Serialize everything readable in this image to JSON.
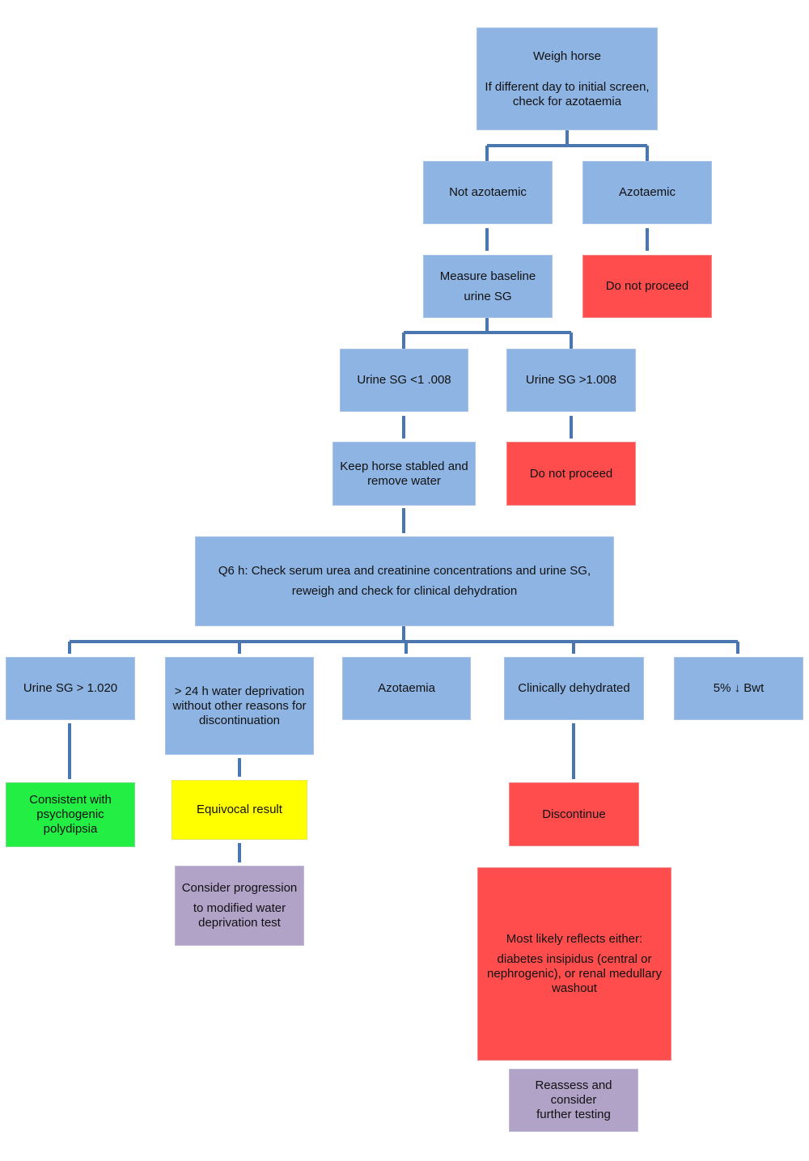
{
  "colors": {
    "process": "#8eb4e3",
    "stop": "#ff4d4d",
    "positive": "#22ee44",
    "equivocal": "#ffff00",
    "next_step": "#b1a2c8",
    "connector": "#4a77b0"
  },
  "nodes": {
    "weigh_horse": {
      "line1": "Weigh horse",
      "line2": "If different day to initial screen,",
      "line3": "check for azotaemia"
    },
    "not_azotaemic": "Not azotaemic",
    "azotaemic": "Azotaemic",
    "do_not_proceed_1": "Do not proceed",
    "measure_baseline": {
      "line1": "Measure baseline",
      "line2": "urine SG"
    },
    "urine_sg_low": "Urine SG <1 .008",
    "urine_sg_high": "Urine SG >1.008",
    "do_not_proceed_2": "Do not proceed",
    "keep_stabled": {
      "line1": "Keep horse stabled and",
      "line2": "remove water"
    },
    "q6h_check": {
      "line1": "Q6 h: Check serum urea  and creatinine concentrations and urine SG,",
      "line2": "reweigh and check for clinical dehydration"
    },
    "urine_sg_1020": "Urine  SG > 1.020",
    "water_deprivation_24h": {
      "line1": "> 24 h water deprivation",
      "line2": "without other reasons for",
      "line3": "discontinuation"
    },
    "azotaemia": "Azotaemia",
    "clinically_dehydrated": "Clinically dehydrated",
    "bwt_loss": "5% ↓ Bwt",
    "psychogenic": {
      "line1": "Consistent with",
      "line2": "psychogenic polydipsia"
    },
    "equivocal": "Equivocal result",
    "discontinue": "Discontinue",
    "consider_progression": {
      "line1": "Consider progression",
      "line2": "to modified water",
      "line3": "deprivation test"
    },
    "most_likely": {
      "line1": "Most likely reflects either:",
      "line2": "diabetes insipidus (central or",
      "line3": "nephrogenic), or renal medullary",
      "line4": "washout"
    },
    "reassess": {
      "line1": "Reassess and consider",
      "line2": "further testing"
    }
  }
}
